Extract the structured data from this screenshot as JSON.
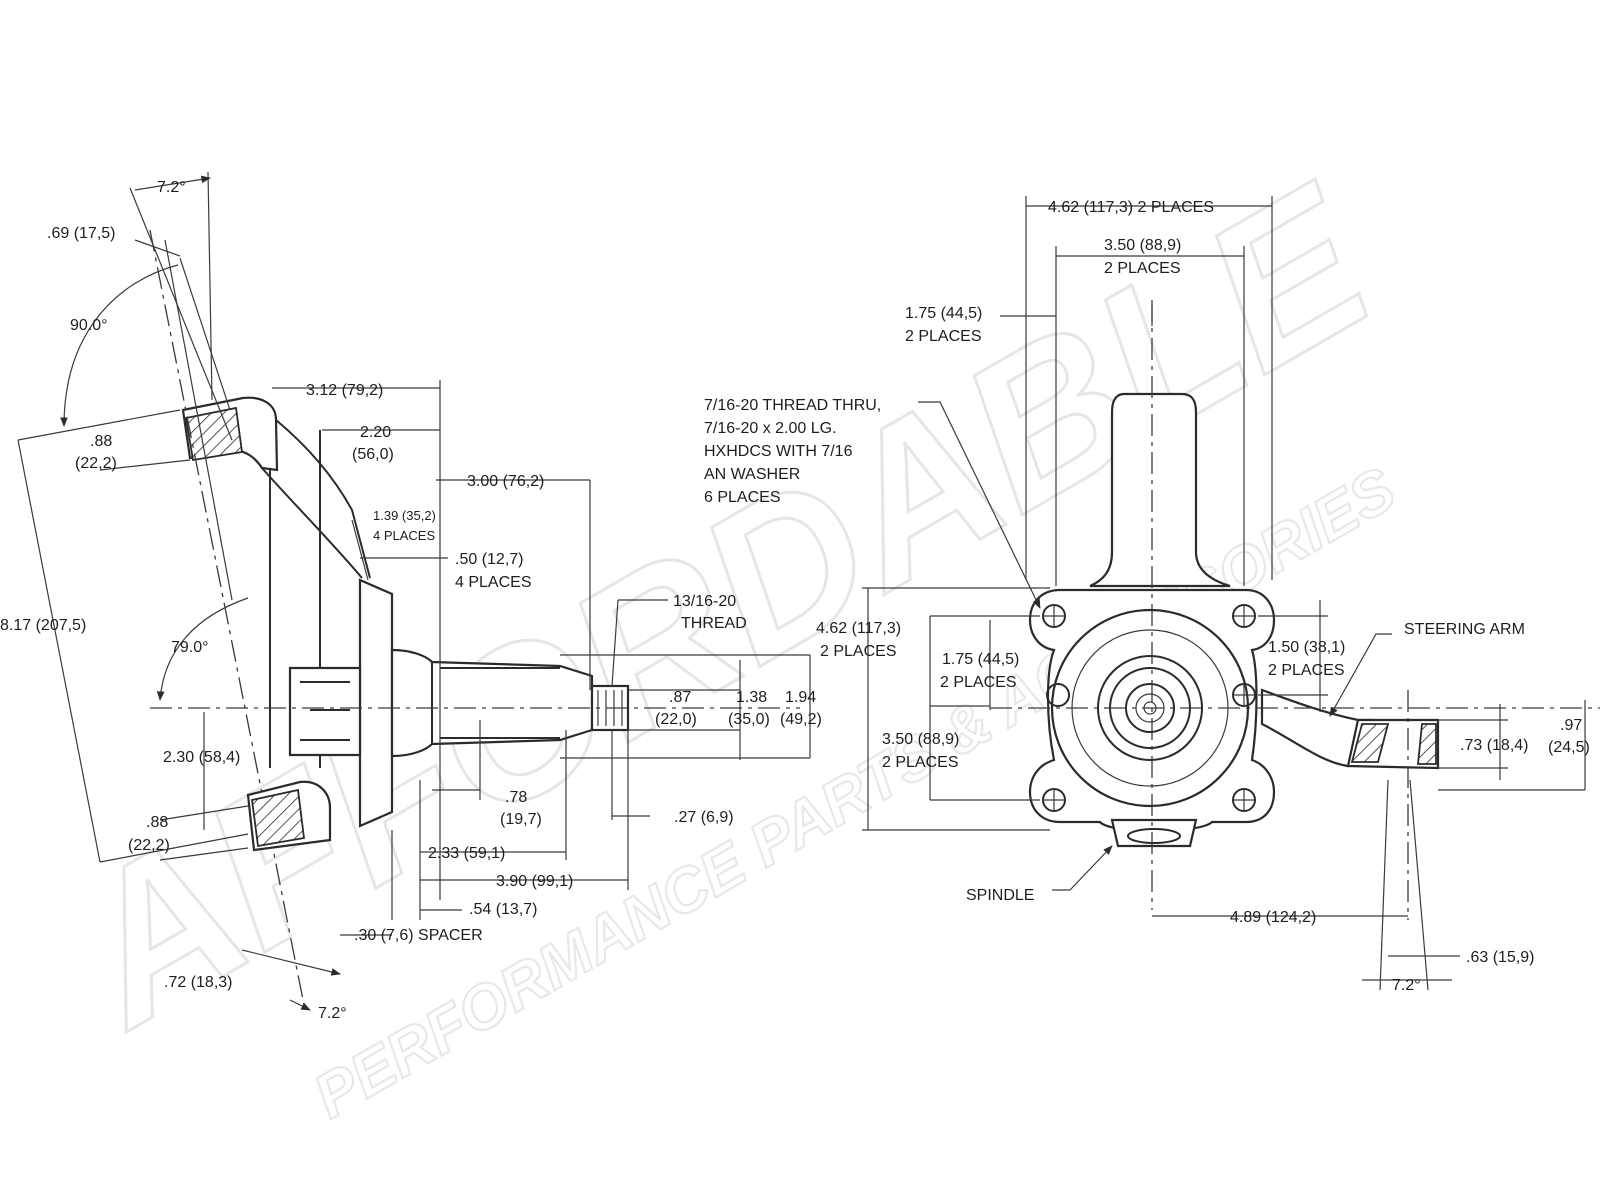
{
  "watermark": {
    "brand": "AFFORDABLE",
    "tagline": "PERFORMANCE PARTS & ACCESSORIES"
  },
  "side_view": {
    "angle_top": "7.2°",
    "dim_069": ".69 (17,5)",
    "angle_90": "90.0°",
    "dim_088_top_a": ".88",
    "dim_088_top_b": "(22,2)",
    "dim_817": "8.17 (207,5)",
    "angle_79": "79.0°",
    "dim_230": "2.30 (58,4)",
    "dim_088_bot_a": ".88",
    "dim_088_bot_b": "(22,2)",
    "dim_072": ".72 (18,3)",
    "angle_bottom": "7.2°",
    "dim_312": "3.12 (79,2)",
    "dim_220_a": "2.20",
    "dim_220_b": "(56,0)",
    "dim_300": "3.00 (76,2)",
    "dim_139_a": "1.39 (35,2)",
    "dim_139_b": "4 PLACES",
    "dim_050_a": ".50 (12,7)",
    "dim_050_b": "4 PLACES",
    "thread_a": "13/16-20",
    "thread_b": "THREAD",
    "dim_087_a": ".87",
    "dim_087_b": "(22,0)",
    "dim_138_a": "1.38",
    "dim_138_b": "(35,0)",
    "dim_194_a": "1.94",
    "dim_194_b": "(49,2)",
    "dim_078_a": ".78",
    "dim_078_b": "(19,7)",
    "dim_027": ".27 (6,9)",
    "dim_233": "2.33 (59,1)",
    "dim_390": "3.90 (99,1)",
    "dim_054": ".54 (13,7)",
    "dim_030": ".30 (7,6) SPACER"
  },
  "front_view": {
    "dim_462_top": "4.62 (117,3) 2 PLACES",
    "dim_350_top_a": "3.50 (88,9)",
    "dim_350_top_b": "2 PLACES",
    "dim_175_top_a": "1.75 (44,5)",
    "dim_175_top_b": "2 PLACES",
    "note_1": "7/16-20 THREAD THRU,",
    "note_2": "7/16-20 x 2.00 LG.",
    "note_3": "HXHDCS WITH 7/16",
    "note_4": "AN WASHER",
    "note_5": "6 PLACES",
    "dim_462_left_a": "4.62 (117,3)",
    "dim_462_left_b": "2 PLACES",
    "dim_175_left_a": "1.75 (44,5)",
    "dim_175_left_b": "2 PLACES",
    "dim_350_left_a": "3.50 (88,9)",
    "dim_350_left_b": "2 PLACES",
    "dim_150_a": "1.50 (38,1)",
    "dim_150_b": "2 PLACES",
    "steering_arm": "STEERING ARM",
    "dim_073": ".73 (18,4)",
    "dim_097_a": ".97",
    "dim_097_b": "(24,5)",
    "spindle": "SPINDLE",
    "dim_489": "4.89 (124,2)",
    "dim_063": ".63 (15,9)",
    "angle_72": "7.2°"
  }
}
